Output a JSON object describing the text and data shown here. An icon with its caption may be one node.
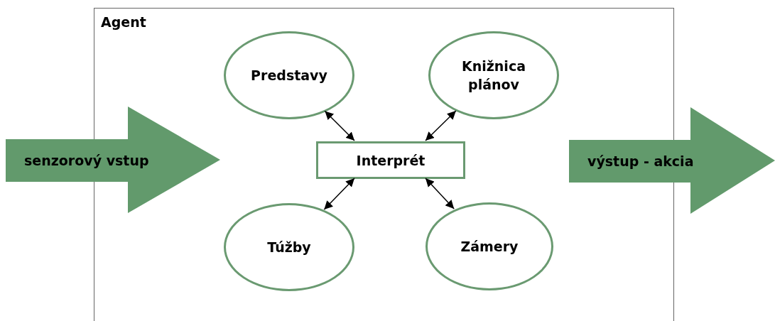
{
  "diagram": {
    "nodes": [
      {
        "text": [
          "Agent"
        ]
      },
      {
        "text": [
          "Predstavy"
        ],
        "in": 0
      },
      {
        "text": [
          "Knižnica plánov"
        ],
        "in": 0
      },
      {
        "text": [
          "Interprét"
        ],
        "in": 0
      },
      {
        "text": [
          "Túžby"
        ],
        "in": 0
      },
      {
        "text": [
          "Zámery"
        ],
        "in": 0
      },
      {
        "text": [
          "senzorový vstup"
        ]
      },
      {
        "text": [
          "výstup - akcia"
        ]
      }
    ],
    "edges": [
      {
        "from": 1,
        "to": 3,
        "arrow": "both"
      },
      {
        "from": 2,
        "to": 3,
        "arrow": "both"
      },
      {
        "from": 4,
        "to": 3,
        "arrow": "both"
      },
      {
        "from": 5,
        "to": 3,
        "arrow": "both"
      }
    ]
  }
}
